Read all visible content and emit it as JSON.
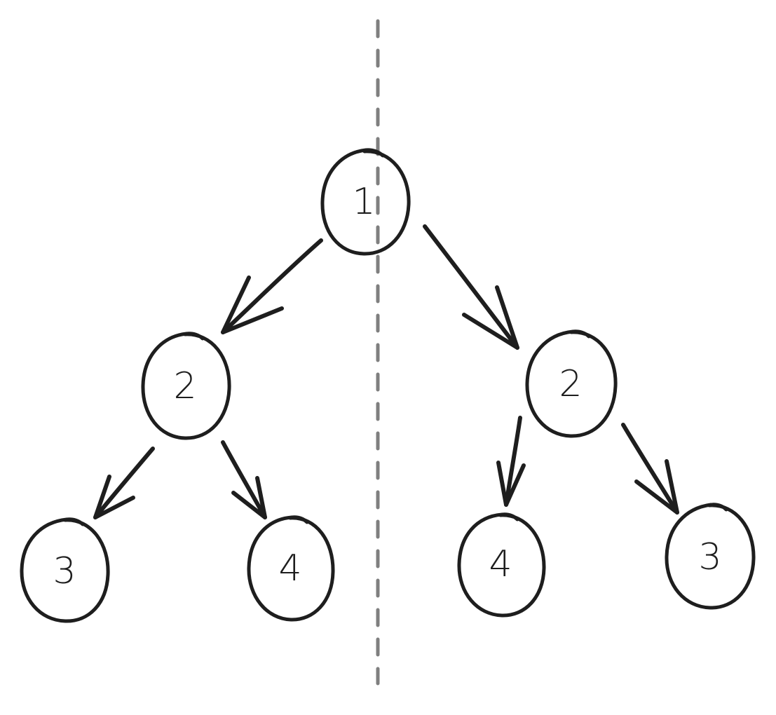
{
  "diagram": {
    "nodes": [
      {
        "id": "root",
        "label": "1"
      },
      {
        "id": "left-child",
        "label": "2"
      },
      {
        "id": "right-child",
        "label": "2"
      },
      {
        "id": "left-left-leaf",
        "label": "3"
      },
      {
        "id": "left-right-leaf",
        "label": "4"
      },
      {
        "id": "right-left-leaf",
        "label": "4"
      },
      {
        "id": "right-right-leaf",
        "label": "3"
      }
    ],
    "edges": [
      {
        "from": "root",
        "to": "left-child"
      },
      {
        "from": "root",
        "to": "right-child"
      },
      {
        "from": "left-child",
        "to": "left-left-leaf"
      },
      {
        "from": "left-child",
        "to": "left-right-leaf"
      },
      {
        "from": "right-child",
        "to": "right-left-leaf"
      },
      {
        "from": "right-child",
        "to": "right-right-leaf"
      }
    ],
    "colors": {
      "ink": "#1e1e1e",
      "axis": "#7f7f7f",
      "background": "#ffffff"
    }
  }
}
